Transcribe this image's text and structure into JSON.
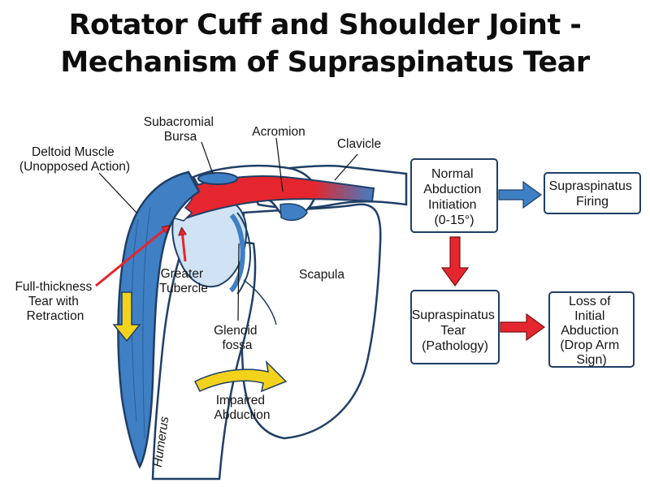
{
  "title_line1": "Rotator Cuff and Shoulder Joint -",
  "title_line2": "Mechanism of Supraspinatus Tear",
  "labels": {
    "subacromial_bursa": [
      "Subacromial",
      "Bursa"
    ],
    "acromion": "Acromion",
    "clavicle": "Clavicle",
    "deltoid": [
      "Deltoid Muscle",
      "(Unopposed Action)"
    ],
    "tear": [
      "Full-thickness",
      "Tear with",
      "Retraction"
    ],
    "greater_tubercle": [
      "Greater",
      "Tubercle"
    ],
    "scapula": "Scapula",
    "glenoid": [
      "Glenoid",
      "fossa"
    ],
    "impaired_abduction": [
      "Impaired",
      "Abduction"
    ],
    "humerus": "Humerus"
  },
  "flowchart": {
    "normal": [
      "Normal",
      "Abduction",
      "Initiation",
      "(0-15°)"
    ],
    "firing": [
      "Supraspinatus",
      "Firing"
    ],
    "tear": [
      "Supraspinatus",
      "Tear",
      "(Pathology)"
    ],
    "loss": [
      "Loss of",
      "Initial",
      "Abduction",
      "(Drop Arm",
      "Sign)"
    ]
  },
  "colors": {
    "muscle_blue": "#3f7fc4",
    "outline_navy": "#1f3f66",
    "tear_red": "#e5262e",
    "arrow_yellow": "#f3d21c",
    "cartilage_light": "#cfe3f4"
  }
}
